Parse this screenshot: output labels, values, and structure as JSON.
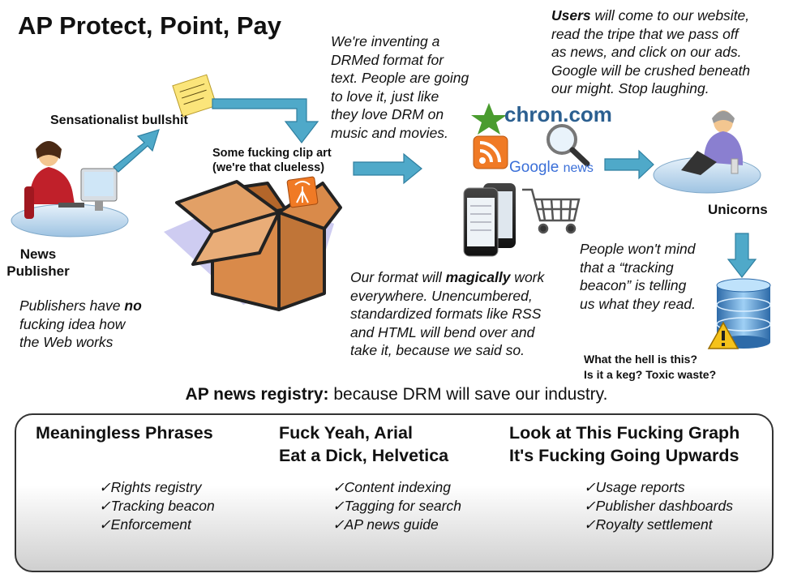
{
  "title": "AP Protect, Point, Pay",
  "sensational_label": "Sensationalist bullshit",
  "publisher_label": [
    "News",
    "Publisher"
  ],
  "clipart_label": [
    "Some fucking clip art",
    "(we're that clueless)"
  ],
  "drm_note": [
    "We're inventing a",
    "DRMed format for",
    "text. People are going",
    "to love it, just like",
    "they love DRM on",
    "music and movies."
  ],
  "users_note": {
    "bold": "Users",
    "lines": [
      " will come to our website,",
      "read the tripe that we pass off",
      "as news, and click on our ads.",
      "Google will be crushed beneath",
      "our might. Stop laughing."
    ]
  },
  "chron_logo": "chron.com",
  "google_logo": {
    "g": "Google",
    "n": "news"
  },
  "unicorns_label": "Unicorns",
  "tracking_note": [
    "People won't mind",
    "that a “tracking",
    "beacon” is telling",
    "us what they read."
  ],
  "publishers_note": {
    "l1a": "Publishers have ",
    "l1b": "no",
    "l2": "fucking idea how",
    "l3": "the Web works"
  },
  "format_note": {
    "l1a": "Our format will ",
    "l1b": "magically",
    "l1c": " work",
    "l2": "everywhere. Unencumbered,",
    "l3": "standardized formats like RSS",
    "l4": "and HTML will bend over and",
    "l5": "take it, because we said so."
  },
  "keg_note": [
    "What the hell is this?",
    "Is it a keg? Toxic waste?"
  ],
  "registry": {
    "bold": "AP news registry:",
    "rest": " because DRM will save our industry."
  },
  "panels": [
    {
      "heading": [
        "Meaningless Phrases"
      ],
      "items": [
        "✓Rights registry",
        "✓Tracking beacon",
        "✓Enforcement"
      ]
    },
    {
      "heading": [
        "Fuck Yeah, Arial",
        "Eat a Dick, Helvetica"
      ],
      "items": [
        "✓Content indexing",
        "✓Tagging for search",
        "✓AP news guide"
      ]
    },
    {
      "heading": [
        "Look at This Fucking Graph",
        "It's Fucking Going Upwards"
      ],
      "items": [
        "✓Usage reports",
        "✓Publisher dashboards",
        "✓Royalty settlement"
      ]
    }
  ],
  "colors": {
    "arrow": "#4fa9c9",
    "box": "#d98a4a",
    "box_dark": "#b4662a",
    "shadow": "#c9c6f0",
    "rss": "#f07a25",
    "star": "#4a9c2f",
    "chron": "#2b5f90",
    "database": "#3c7fc1"
  }
}
